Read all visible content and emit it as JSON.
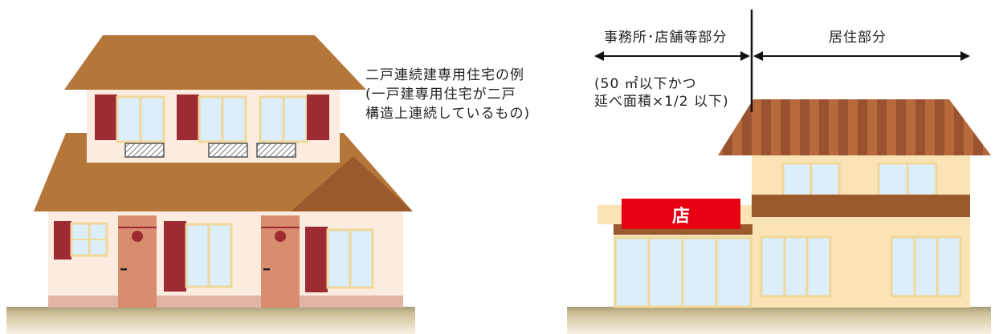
{
  "caption": {
    "line1": "二戸連続建専用住宅の例",
    "line2": "(一戸建専用住宅が二戸",
    "line3": "構造上連続しているもの)"
  },
  "dimension": {
    "left_label": "事務所･店舗等部分",
    "right_label": "居住部分",
    "note_line1": "(50 ㎡以下かつ",
    "note_line2": "延べ面積×1/2 以下)"
  },
  "shop_sign": "店",
  "colors": {
    "roof_brown": "#b5763a",
    "wall_cream": "#fcece0",
    "shutter_red": "#9e2a34",
    "door_terracotta": "#d88d6e",
    "shop_wall": "#fae3b5",
    "sign_red": "#e60012",
    "ground": "#c9bb94"
  }
}
